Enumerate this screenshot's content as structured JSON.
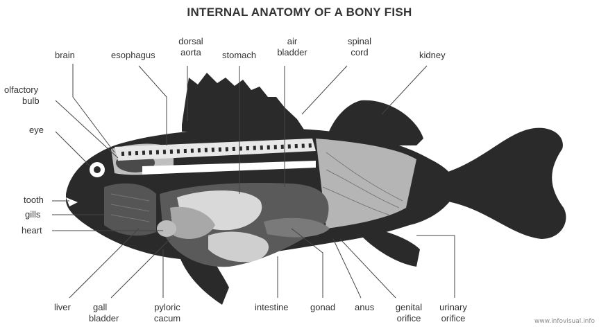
{
  "title": "INTERNAL ANATOMY OF A BONY FISH",
  "watermark": "www.infovisual.info",
  "colors": {
    "body": "#2a2a2a",
    "organ_light": "#d9d9d9",
    "organ_mid": "#a8a8a8",
    "background": "#ffffff"
  },
  "labels": {
    "brain": "brain",
    "esophagus": "esophagus",
    "dorsal_aorta_1": "dorsal",
    "dorsal_aorta_2": "aorta",
    "stomach": "stomach",
    "air_bladder_1": "air",
    "air_bladder_2": "bladder",
    "spinal_cord_1": "spinal",
    "spinal_cord_2": "cord",
    "kidney": "kidney",
    "olfactory_bulb_1": "olfactory",
    "olfactory_bulb_2": "bulb",
    "eye": "eye",
    "tooth": "tooth",
    "gills": "gills",
    "heart": "heart",
    "liver": "liver",
    "gall_bladder_1": "gall",
    "gall_bladder_2": "bladder",
    "pyloric_cacum_1": "pyloric",
    "pyloric_cacum_2": "cacum",
    "intestine": "intestine",
    "gonad": "gonad",
    "anus": "anus",
    "genital_orifice_1": "genital",
    "genital_orifice_2": "orifice",
    "urinary_orifice_1": "urinary",
    "urinary_orifice_2": "orifice"
  }
}
